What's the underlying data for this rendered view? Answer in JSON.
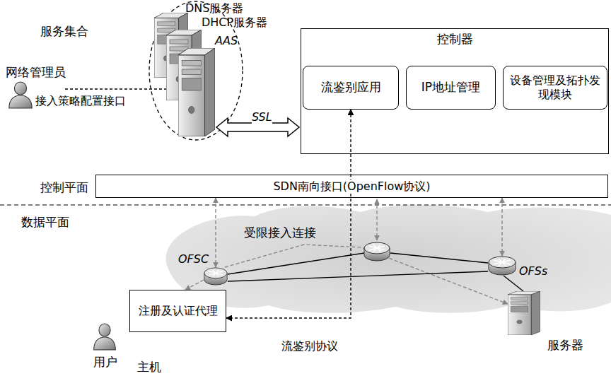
{
  "diagram": {
    "nodes": [
      {
        "text": [
          "网络管理员"
        ]
      },
      {
        "text": [
          "DNS服务器"
        ]
      },
      {
        "text": [
          "DHCP服务器"
        ]
      },
      {
        "text": [
          "AAS"
        ]
      },
      {
        "text": [
          "控制器"
        ]
      },
      {
        "text": [
          "流鉴别应用"
        ],
        "in": 4
      },
      {
        "text": [
          "IP地址管理"
        ],
        "in": 4
      },
      {
        "text": [
          "设备管理及拓扑发现模块"
        ],
        "in": 4
      },
      {
        "text": [
          "SDN南向接口(OpenFlow协议)"
        ]
      },
      {
        "text": [
          "OFSC"
        ]
      },
      {
        "text": [
          "OFSs"
        ]
      },
      {
        "text": [
          "注册及认证代理",
          "主机"
        ]
      },
      {
        "text": [
          "服务器"
        ]
      },
      {
        "text": [
          "用户"
        ]
      }
    ],
    "edges": [
      {
        "from": 0,
        "to": 3,
        "label": "接入策略配置接口",
        "arrow": "to"
      },
      {
        "from": 3,
        "to": 4,
        "label": "SSL",
        "arrow": "both"
      },
      {
        "from": 5,
        "to": 11,
        "label": "流鉴别协议",
        "arrow": "both"
      },
      {
        "from": 8,
        "to": 9,
        "arrow": "both"
      },
      {
        "from": 8,
        "to": 10,
        "arrow": "both"
      },
      {
        "from": 9,
        "to": 11,
        "arrow": "to"
      },
      {
        "from": 9,
        "to": 12,
        "arrow": "to"
      },
      {
        "from": 9,
        "to": 10,
        "arrow": "none"
      },
      {
        "from": 10,
        "to": 12,
        "arrow": "none"
      }
    ],
    "labels": [
      "服务集合",
      "控制平面",
      "数据平面",
      "受限接入连接"
    ]
  }
}
